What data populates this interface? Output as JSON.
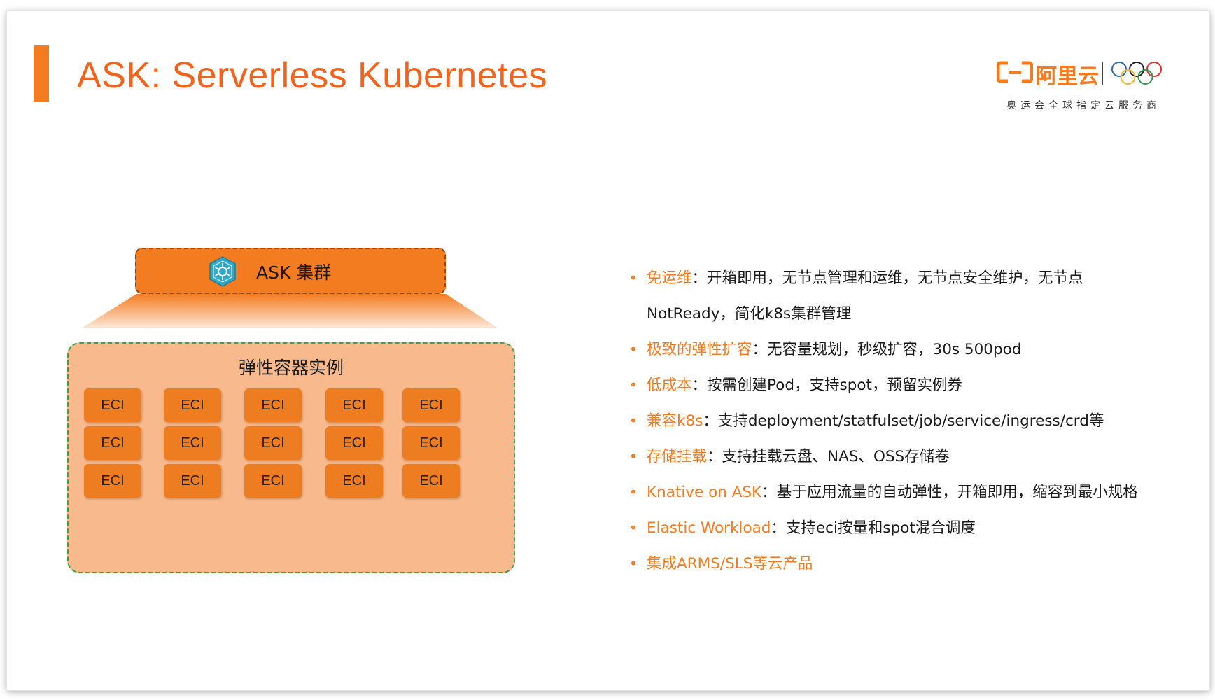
{
  "slide": {
    "title": "ASK: Serverless Kubernetes",
    "accent_color": "#f47c20"
  },
  "logo": {
    "brand": "阿里云",
    "tagline": "奥运会全球指定云服务商",
    "mark_icon": "aliyun-logo-icon",
    "rings_icon": "olympic-rings-icon"
  },
  "diagram": {
    "cluster": {
      "label": "ASK 集群",
      "icon": "kubernetes-helm-icon",
      "color": "#f47c20"
    },
    "pool": {
      "label": "弹性容器实例",
      "color": "#f8b98c",
      "border_color": "#3aa34a"
    },
    "instance_label": "ECI",
    "instance_count": 15
  },
  "features": [
    {
      "key": "免运维",
      "sep": "：",
      "text": "开箱即用，无节点管理和运维，无节点安全维护，无节点",
      "cont": "NotReady，简化k8s集群管理"
    },
    {
      "key": "极致的弹性扩容",
      "sep": "：",
      "text": "无容量规划，秒级扩容，30s 500pod"
    },
    {
      "key": "低成本",
      "sep": "：",
      "text": "按需创建Pod，支持spot，预留实例券"
    },
    {
      "key": "兼容k8s",
      "sep": "：",
      "text": "支持deployment/statfulset/job/service/ingress/crd等"
    },
    {
      "key": "存储挂载",
      "sep": "：",
      "text": "支持挂载云盘、NAS、OSS存储卷"
    },
    {
      "key": "Knative on ASK",
      "sep": "：",
      "text": "基于应用流量的自动弹性，开箱即用，缩容到最小规格"
    },
    {
      "key": "Elastic Workload",
      "sep": "：",
      "text": "支持eci按量和spot混合调度"
    },
    {
      "key": "集成ARMS/SLS等云产品",
      "sep": "",
      "text": ""
    }
  ],
  "bullet_symbol": "•"
}
